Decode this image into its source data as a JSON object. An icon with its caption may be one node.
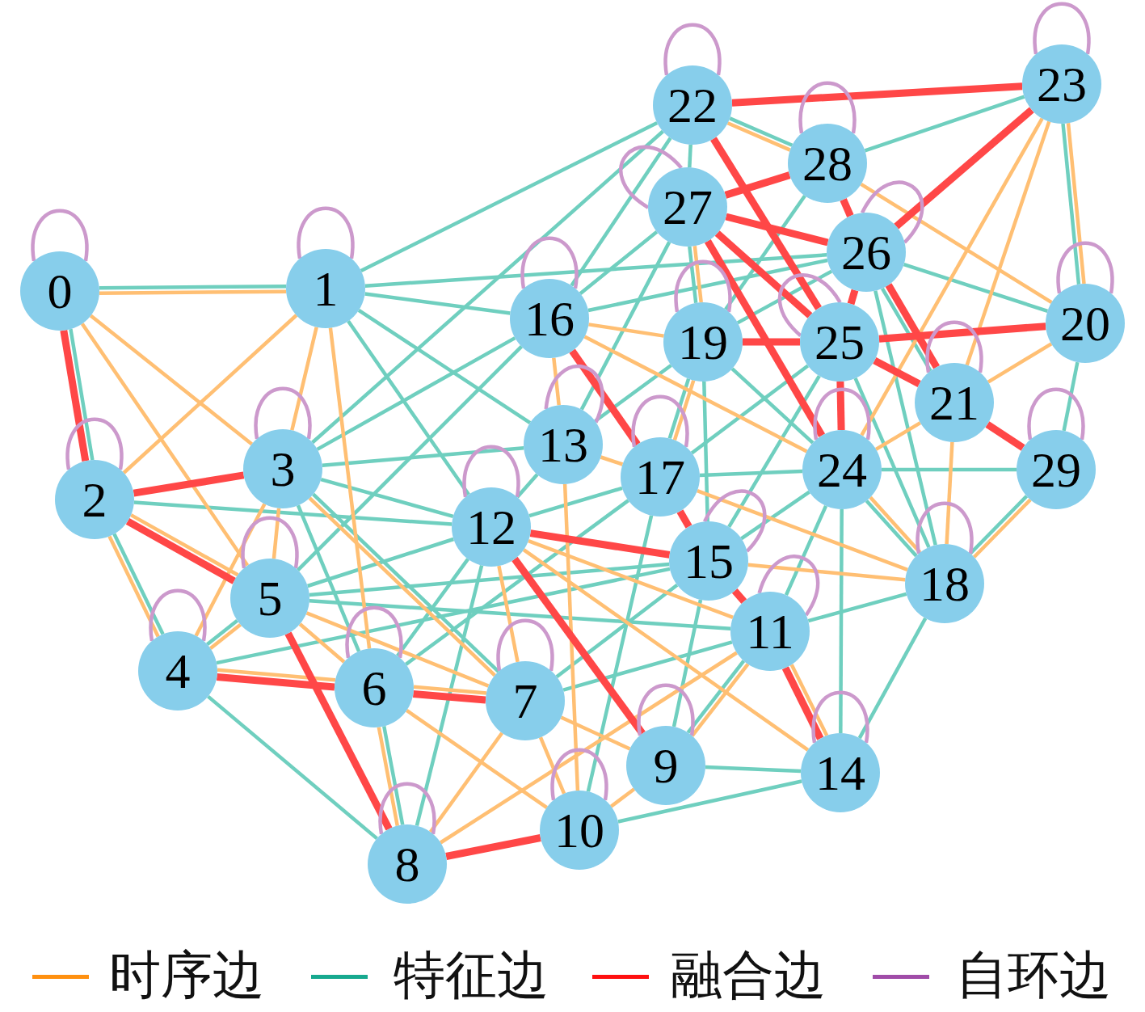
{
  "diagram": {
    "nodes": [
      {
        "text": [
          "0"
        ]
      },
      {
        "text": [
          "1"
        ]
      },
      {
        "text": [
          "2"
        ]
      },
      {
        "text": [
          "3"
        ]
      },
      {
        "text": [
          "4"
        ]
      },
      {
        "text": [
          "5"
        ]
      },
      {
        "text": [
          "6"
        ]
      },
      {
        "text": [
          "7"
        ]
      },
      {
        "text": [
          "8"
        ]
      },
      {
        "text": [
          "9"
        ]
      },
      {
        "text": [
          "10"
        ]
      },
      {
        "text": [
          "11"
        ]
      },
      {
        "text": [
          "12"
        ]
      },
      {
        "text": [
          "13"
        ]
      },
      {
        "text": [
          "14"
        ]
      },
      {
        "text": [
          "15"
        ]
      },
      {
        "text": [
          "16"
        ]
      },
      {
        "text": [
          "17"
        ]
      },
      {
        "text": [
          "18"
        ]
      },
      {
        "text": [
          "19"
        ]
      },
      {
        "text": [
          "20"
        ]
      },
      {
        "text": [
          "21"
        ]
      },
      {
        "text": [
          "22"
        ]
      },
      {
        "text": [
          "23"
        ]
      },
      {
        "text": [
          "24"
        ]
      },
      {
        "text": [
          "25"
        ]
      },
      {
        "text": [
          "26"
        ]
      },
      {
        "text": [
          "27"
        ]
      },
      {
        "text": [
          "28"
        ]
      },
      {
        "text": [
          "29"
        ]
      }
    ],
    "edges": [
      {
        "from": 0,
        "to": 2,
        "arrow": "none"
      },
      {
        "from": 2,
        "to": 4,
        "arrow": "none"
      },
      {
        "from": 0,
        "to": 1,
        "arrow": "none"
      },
      {
        "from": 1,
        "to": 12,
        "arrow": "none"
      },
      {
        "from": 1,
        "to": 13,
        "arrow": "none"
      },
      {
        "from": 1,
        "to": 16,
        "arrow": "none"
      },
      {
        "from": 1,
        "to": 22,
        "arrow": "none"
      },
      {
        "from": 1,
        "to": 26,
        "arrow": "none"
      },
      {
        "from": 2,
        "to": 12,
        "arrow": "none"
      },
      {
        "from": 3,
        "to": 16,
        "arrow": "none"
      },
      {
        "from": 3,
        "to": 6,
        "arrow": "none"
      },
      {
        "from": 6,
        "to": 8,
        "arrow": "none"
      },
      {
        "from": 3,
        "to": 7,
        "arrow": "none"
      },
      {
        "from": 3,
        "to": 12,
        "arrow": "none"
      },
      {
        "from": 3,
        "to": 13,
        "arrow": "none"
      },
      {
        "from": 3,
        "to": 22,
        "arrow": "none"
      },
      {
        "from": 4,
        "to": 8,
        "arrow": "none"
      },
      {
        "from": 4,
        "to": 5,
        "arrow": "none"
      },
      {
        "from": 4,
        "to": 15,
        "arrow": "none"
      },
      {
        "from": 5,
        "to": 11,
        "arrow": "none"
      },
      {
        "from": 5,
        "to": 12,
        "arrow": "none"
      },
      {
        "from": 5,
        "to": 15,
        "arrow": "none"
      },
      {
        "from": 5,
        "to": 16,
        "arrow": "none"
      },
      {
        "from": 6,
        "to": 12,
        "arrow": "none"
      },
      {
        "from": 6,
        "to": 17,
        "arrow": "none"
      },
      {
        "from": 7,
        "to": 11,
        "arrow": "none"
      },
      {
        "from": 7,
        "to": 15,
        "arrow": "none"
      },
      {
        "from": 8,
        "to": 12,
        "arrow": "none"
      },
      {
        "from": 9,
        "to": 14,
        "arrow": "none"
      },
      {
        "from": 9,
        "to": 15,
        "arrow": "none"
      },
      {
        "from": 9,
        "to": 11,
        "arrow": "none"
      },
      {
        "from": 10,
        "to": 14,
        "arrow": "none"
      },
      {
        "from": 10,
        "to": 17,
        "arrow": "none"
      },
      {
        "from": 11,
        "to": 18,
        "arrow": "none"
      },
      {
        "from": 11,
        "to": 24,
        "arrow": "none"
      },
      {
        "from": 12,
        "to": 13,
        "arrow": "none"
      },
      {
        "from": 12,
        "to": 17,
        "arrow": "none"
      },
      {
        "from": 17,
        "to": 24,
        "arrow": "none"
      },
      {
        "from": 13,
        "to": 19,
        "arrow": "none"
      },
      {
        "from": 19,
        "to": 26,
        "arrow": "none"
      },
      {
        "from": 13,
        "to": 27,
        "arrow": "none"
      },
      {
        "from": 15,
        "to": 19,
        "arrow": "none"
      },
      {
        "from": 15,
        "to": 24,
        "arrow": "none"
      },
      {
        "from": 15,
        "to": 25,
        "arrow": "none"
      },
      {
        "from": 16,
        "to": 22,
        "arrow": "none"
      },
      {
        "from": 16,
        "to": 27,
        "arrow": "none"
      },
      {
        "from": 16,
        "to": 26,
        "arrow": "none"
      },
      {
        "from": 17,
        "to": 25,
        "arrow": "none"
      },
      {
        "from": 17,
        "to": 19,
        "arrow": "none"
      },
      {
        "from": 14,
        "to": 18,
        "arrow": "none"
      },
      {
        "from": 18,
        "to": 25,
        "arrow": "none"
      },
      {
        "from": 18,
        "to": 26,
        "arrow": "none"
      },
      {
        "from": 18,
        "to": 29,
        "arrow": "none"
      },
      {
        "from": 19,
        "to": 24,
        "arrow": "none"
      },
      {
        "from": 19,
        "to": 27,
        "arrow": "none"
      },
      {
        "from": 19,
        "to": 28,
        "arrow": "none"
      },
      {
        "from": 20,
        "to": 26,
        "arrow": "none"
      },
      {
        "from": 20,
        "to": 29,
        "arrow": "none"
      },
      {
        "from": 21,
        "to": 26,
        "arrow": "none"
      },
      {
        "from": 22,
        "to": 27,
        "arrow": "none"
      },
      {
        "from": 22,
        "to": 28,
        "arrow": "none"
      },
      {
        "from": 23,
        "to": 28,
        "arrow": "none"
      },
      {
        "from": 20,
        "to": 23,
        "arrow": "none"
      },
      {
        "from": 14,
        "to": 24,
        "arrow": "none"
      },
      {
        "from": 24,
        "to": 29,
        "arrow": "none"
      },
      {
        "from": 18,
        "to": 24,
        "arrow": "none"
      },
      {
        "from": 0,
        "to": 1,
        "arrow": "none",
        "color": "#ffbf73"
      },
      {
        "from": 0,
        "to": 3,
        "arrow": "none",
        "color": "#ffbf73"
      },
      {
        "from": 0,
        "to": 5,
        "arrow": "none",
        "color": "#ffbf73"
      },
      {
        "from": 1,
        "to": 2,
        "arrow": "none",
        "color": "#ffbf73"
      },
      {
        "from": 1,
        "to": 3,
        "arrow": "none",
        "color": "#ffbf73"
      },
      {
        "from": 1,
        "to": 6,
        "arrow": "none",
        "color": "#ffbf73"
      },
      {
        "from": 6,
        "to": 8,
        "arrow": "none",
        "color": "#ffbf73"
      },
      {
        "from": 2,
        "to": 4,
        "arrow": "none",
        "color": "#ffbf73"
      },
      {
        "from": 2,
        "to": 5,
        "arrow": "none",
        "color": "#ffbf73"
      },
      {
        "from": 3,
        "to": 4,
        "arrow": "none",
        "color": "#ffbf73"
      },
      {
        "from": 3,
        "to": 5,
        "arrow": "none",
        "color": "#ffbf73"
      },
      {
        "from": 3,
        "to": 7,
        "arrow": "none",
        "color": "#ffbf73"
      },
      {
        "from": 4,
        "to": 5,
        "arrow": "none",
        "color": "#ffbf73"
      },
      {
        "from": 4,
        "to": 6,
        "arrow": "none",
        "color": "#ffbf73"
      },
      {
        "from": 6,
        "to": 7,
        "arrow": "none",
        "color": "#ffbf73"
      },
      {
        "from": 5,
        "to": 6,
        "arrow": "none",
        "color": "#ffbf73"
      },
      {
        "from": 5,
        "to": 7,
        "arrow": "none",
        "color": "#ffbf73"
      },
      {
        "from": 6,
        "to": 10,
        "arrow": "none",
        "color": "#ffbf73"
      },
      {
        "from": 7,
        "to": 8,
        "arrow": "none",
        "color": "#ffbf73"
      },
      {
        "from": 7,
        "to": 9,
        "arrow": "none",
        "color": "#ffbf73"
      },
      {
        "from": 7,
        "to": 10,
        "arrow": "none",
        "color": "#ffbf73"
      },
      {
        "from": 7,
        "to": 12,
        "arrow": "none",
        "color": "#ffbf73"
      },
      {
        "from": 8,
        "to": 11,
        "arrow": "none",
        "color": "#ffbf73"
      },
      {
        "from": 9,
        "to": 10,
        "arrow": "none",
        "color": "#ffbf73"
      },
      {
        "from": 9,
        "to": 11,
        "arrow": "none",
        "color": "#ffbf73"
      },
      {
        "from": 10,
        "to": 13,
        "arrow": "none",
        "color": "#ffbf73"
      },
      {
        "from": 11,
        "to": 12,
        "arrow": "none",
        "color": "#ffbf73"
      },
      {
        "from": 12,
        "to": 14,
        "arrow": "none",
        "color": "#ffbf73"
      },
      {
        "from": 15,
        "to": 18,
        "arrow": "none",
        "color": "#ffbf73"
      },
      {
        "from": 11,
        "to": 14,
        "arrow": "none",
        "color": "#ffbf73"
      },
      {
        "from": 13,
        "to": 17,
        "arrow": "none",
        "color": "#ffbf73"
      },
      {
        "from": 13,
        "to": 16,
        "arrow": "none",
        "color": "#ffbf73"
      },
      {
        "from": 16,
        "to": 19,
        "arrow": "none",
        "color": "#ffbf73"
      },
      {
        "from": 16,
        "to": 24,
        "arrow": "none",
        "color": "#ffbf73"
      },
      {
        "from": 17,
        "to": 18,
        "arrow": "none",
        "color": "#ffbf73"
      },
      {
        "from": 17,
        "to": 19,
        "arrow": "none",
        "color": "#ffbf73"
      },
      {
        "from": 18,
        "to": 24,
        "arrow": "none",
        "color": "#ffbf73"
      },
      {
        "from": 18,
        "to": 21,
        "arrow": "none",
        "color": "#ffbf73"
      },
      {
        "from": 21,
        "to": 24,
        "arrow": "none",
        "color": "#ffbf73"
      },
      {
        "from": 20,
        "to": 21,
        "arrow": "none",
        "color": "#ffbf73"
      },
      {
        "from": 18,
        "to": 29,
        "arrow": "none",
        "color": "#ffbf73"
      },
      {
        "from": 19,
        "to": 27,
        "arrow": "none",
        "color": "#ffbf73"
      },
      {
        "from": 22,
        "to": 28,
        "arrow": "none",
        "color": "#ffbf73"
      },
      {
        "from": 20,
        "to": 28,
        "arrow": "none",
        "color": "#ffbf73"
      },
      {
        "from": 20,
        "to": 23,
        "arrow": "none",
        "color": "#ffbf73"
      },
      {
        "from": 23,
        "to": 24,
        "arrow": "none",
        "color": "#ffbf73"
      },
      {
        "from": 21,
        "to": 23,
        "arrow": "none",
        "color": "#ffbf73"
      },
      {
        "from": 0,
        "to": 2,
        "arrow": "none",
        "style": "thick",
        "color": "#ff4747"
      },
      {
        "from": 2,
        "to": 3,
        "arrow": "none",
        "style": "thick",
        "color": "#ff4747"
      },
      {
        "from": 2,
        "to": 5,
        "arrow": "none",
        "style": "thick",
        "color": "#ff4747"
      },
      {
        "from": 4,
        "to": 6,
        "arrow": "none",
        "style": "thick",
        "color": "#ff4747"
      },
      {
        "from": 6,
        "to": 7,
        "arrow": "none",
        "style": "thick",
        "color": "#ff4747"
      },
      {
        "from": 5,
        "to": 8,
        "arrow": "none",
        "style": "thick",
        "color": "#ff4747"
      },
      {
        "from": 8,
        "to": 10,
        "arrow": "none",
        "style": "thick",
        "color": "#ff4747"
      },
      {
        "from": 12,
        "to": 15,
        "arrow": "none",
        "style": "thick",
        "color": "#ff4747"
      },
      {
        "from": 9,
        "to": 12,
        "arrow": "none",
        "style": "thick",
        "color": "#ff4747"
      },
      {
        "from": 16,
        "to": 17,
        "arrow": "none",
        "style": "thick",
        "color": "#ff4747"
      },
      {
        "from": 15,
        "to": 17,
        "arrow": "none",
        "style": "thick",
        "color": "#ff4747"
      },
      {
        "from": 11,
        "to": 15,
        "arrow": "none",
        "style": "thick",
        "color": "#ff4747"
      },
      {
        "from": 11,
        "to": 14,
        "arrow": "none",
        "style": "thick",
        "color": "#ff4747"
      },
      {
        "from": 22,
        "to": 23,
        "arrow": "none",
        "style": "thick",
        "color": "#ff4747"
      },
      {
        "from": 23,
        "to": 26,
        "arrow": "none",
        "style": "thick",
        "color": "#ff4747"
      },
      {
        "from": 27,
        "to": 28,
        "arrow": "none",
        "style": "thick",
        "color": "#ff4747"
      },
      {
        "from": 26,
        "to": 27,
        "arrow": "none",
        "style": "thick",
        "color": "#ff4747"
      },
      {
        "from": 25,
        "to": 27,
        "arrow": "none",
        "style": "thick",
        "color": "#ff4747"
      },
      {
        "from": 24,
        "to": 27,
        "arrow": "none",
        "style": "thick",
        "color": "#ff4747"
      },
      {
        "from": 22,
        "to": 25,
        "arrow": "none",
        "style": "thick",
        "color": "#ff4747"
      },
      {
        "from": 26,
        "to": 28,
        "arrow": "none",
        "style": "thick",
        "color": "#ff4747"
      },
      {
        "from": 25,
        "to": 26,
        "arrow": "none",
        "style": "thick",
        "color": "#ff4747"
      },
      {
        "from": 24,
        "to": 25,
        "arrow": "none",
        "style": "thick",
        "color": "#ff4747"
      },
      {
        "from": 21,
        "to": 26,
        "arrow": "none",
        "style": "thick",
        "color": "#ff4747"
      },
      {
        "from": 21,
        "to": 25,
        "arrow": "none",
        "style": "thick",
        "color": "#ff4747"
      },
      {
        "from": 21,
        "to": 29,
        "arrow": "none",
        "style": "thick",
        "color": "#ff4747"
      },
      {
        "from": 19,
        "to": 25,
        "arrow": "none",
        "style": "thick",
        "color": "#ff4747"
      },
      {
        "from": 20,
        "to": 25,
        "arrow": "none",
        "style": "thick",
        "color": "#ff4747"
      },
      {
        "from": 0,
        "to": 0,
        "arrow": "none",
        "color": "#cc99cc"
      },
      {
        "from": 1,
        "to": 1,
        "arrow": "none",
        "color": "#cc99cc"
      },
      {
        "from": 2,
        "to": 2,
        "arrow": "none",
        "color": "#cc99cc"
      },
      {
        "from": 3,
        "to": 3,
        "arrow": "none",
        "color": "#cc99cc"
      },
      {
        "from": 4,
        "to": 4,
        "arrow": "none",
        "color": "#cc99cc"
      },
      {
        "from": 5,
        "to": 5,
        "arrow": "none",
        "color": "#cc99cc"
      },
      {
        "from": 6,
        "to": 6,
        "arrow": "none",
        "color": "#cc99cc"
      },
      {
        "from": 7,
        "to": 7,
        "arrow": "none",
        "color": "#cc99cc"
      },
      {
        "from": 8,
        "to": 8,
        "arrow": "none",
        "color": "#cc99cc"
      },
      {
        "from": 9,
        "to": 9,
        "arrow": "none",
        "color": "#cc99cc"
      },
      {
        "from": 10,
        "to": 10,
        "arrow": "none",
        "color": "#cc99cc"
      },
      {
        "from": 11,
        "to": 11,
        "arrow": "none",
        "color": "#cc99cc"
      },
      {
        "from": 12,
        "to": 12,
        "arrow": "none",
        "color": "#cc99cc"
      },
      {
        "from": 13,
        "to": 13,
        "arrow": "none",
        "color": "#cc99cc"
      },
      {
        "from": 14,
        "to": 14,
        "arrow": "none",
        "color": "#cc99cc"
      },
      {
        "from": 15,
        "to": 15,
        "arrow": "none",
        "color": "#cc99cc"
      },
      {
        "from": 16,
        "to": 16,
        "arrow": "none",
        "color": "#cc99cc"
      },
      {
        "from": 17,
        "to": 17,
        "arrow": "none",
        "color": "#cc99cc"
      },
      {
        "from": 18,
        "to": 18,
        "arrow": "none",
        "color": "#cc99cc"
      },
      {
        "from": 19,
        "to": 19,
        "arrow": "none",
        "color": "#cc99cc"
      },
      {
        "from": 20,
        "to": 20,
        "arrow": "none",
        "color": "#cc99cc"
      },
      {
        "from": 21,
        "to": 21,
        "arrow": "none",
        "color": "#cc99cc"
      },
      {
        "from": 22,
        "to": 22,
        "arrow": "none",
        "color": "#cc99cc"
      },
      {
        "from": 23,
        "to": 23,
        "arrow": "none",
        "color": "#cc99cc"
      },
      {
        "from": 24,
        "to": 24,
        "arrow": "none",
        "color": "#cc99cc"
      },
      {
        "from": 25,
        "to": 25,
        "arrow": "none",
        "color": "#cc99cc"
      },
      {
        "from": 26,
        "to": 26,
        "arrow": "none",
        "color": "#cc99cc"
      },
      {
        "from": 27,
        "to": 27,
        "arrow": "none",
        "color": "#cc99cc"
      },
      {
        "from": 28,
        "to": 28,
        "arrow": "none",
        "color": "#cc99cc"
      },
      {
        "from": 29,
        "to": 29,
        "arrow": "none",
        "color": "#cc99cc"
      }
    ],
    "legend": [
      {
        "text": "时序边",
        "color": "#ff9010"
      },
      {
        "text": "特征边",
        "color": "#17a98f"
      },
      {
        "text": "融合边",
        "color": "#ff1010"
      },
      {
        "text": "自环边",
        "color": "#a04ca8"
      }
    ]
  }
}
